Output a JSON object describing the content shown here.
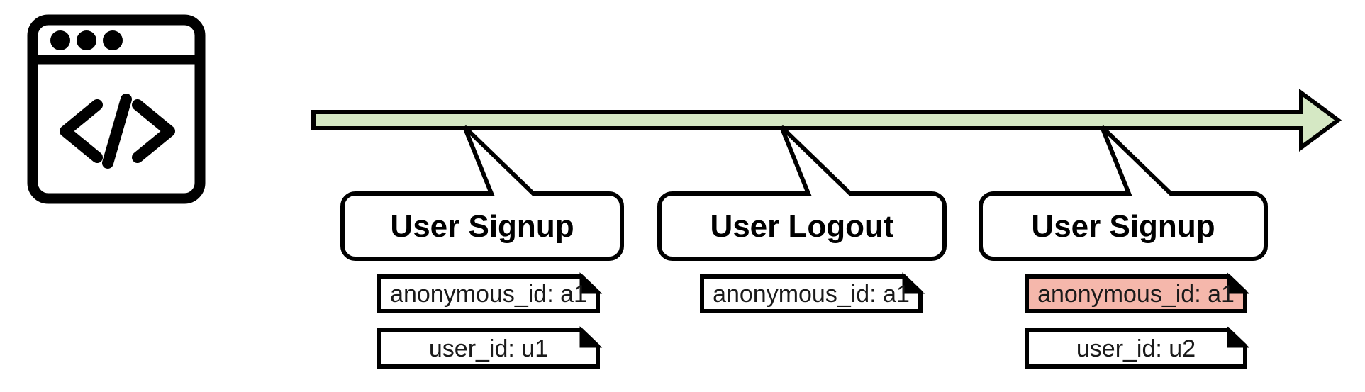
{
  "diagram": {
    "title": "Event stream timeline with identity properties",
    "background_color": "#ffffff",
    "stroke_color": "#000000"
  },
  "app_icon": {
    "name": "code-window-icon",
    "label": "</>",
    "dots": 3,
    "color": "#000000"
  },
  "timeline": {
    "name": "timeline-arrow",
    "direction": "left-to-right",
    "fill_color": "#d5e8c4",
    "border_color": "#000000"
  },
  "events": [
    {
      "id": "event-1",
      "label": "User Signup",
      "properties": [
        {
          "label": "anonymous_id: a1",
          "highlighted": false,
          "fill_color": "#ffffff"
        },
        {
          "label": "user_id: u1",
          "highlighted": false,
          "fill_color": "#ffffff"
        }
      ]
    },
    {
      "id": "event-2",
      "label": "User Logout",
      "properties": [
        {
          "label": "anonymous_id: a1",
          "highlighted": false,
          "fill_color": "#ffffff"
        }
      ]
    },
    {
      "id": "event-3",
      "label": "User Signup",
      "properties": [
        {
          "label": "anonymous_id: a1",
          "highlighted": true,
          "fill_color": "#f5b7ab"
        },
        {
          "label": "user_id: u2",
          "highlighted": false,
          "fill_color": "#ffffff"
        }
      ]
    }
  ],
  "colors": {
    "timeline_green": "#d5e8c4",
    "highlight_red": "#f5b7ab",
    "note_white": "#ffffff",
    "outline_black": "#000000"
  }
}
